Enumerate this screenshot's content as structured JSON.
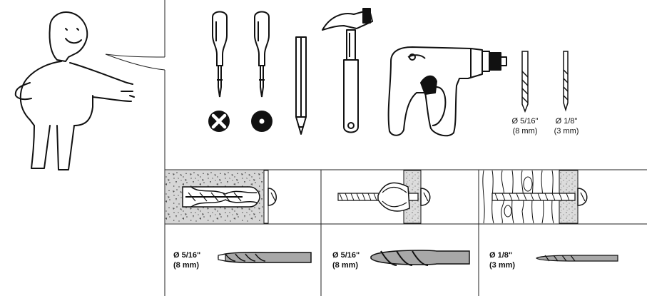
{
  "tools": {
    "screwdriver_phillips": "screwdriver-phillips",
    "screwdriver_flat": "screwdriver-flat",
    "pencil": "pencil",
    "hammer": "hammer",
    "drill": "power-drill"
  },
  "drill_bits_top": [
    {
      "size": "Ø 5/16\"",
      "metric": "(8 mm)"
    },
    {
      "size": "Ø 1/8\"",
      "metric": "(3 mm)"
    }
  ],
  "bit_cells": [
    {
      "size": "Ø 5/16\"",
      "metric": "(8 mm)",
      "material": "concrete"
    },
    {
      "size": "Ø 5/16\"",
      "metric": "(8 mm)",
      "material": "drywall"
    },
    {
      "size": "Ø 1/8\"",
      "metric": "(3 mm)",
      "material": "wood"
    }
  ],
  "colors": {
    "line": "#111111",
    "concrete": "#d4d4d4",
    "drywall": "#c8c8c8",
    "bit": "#a0a0a0"
  }
}
